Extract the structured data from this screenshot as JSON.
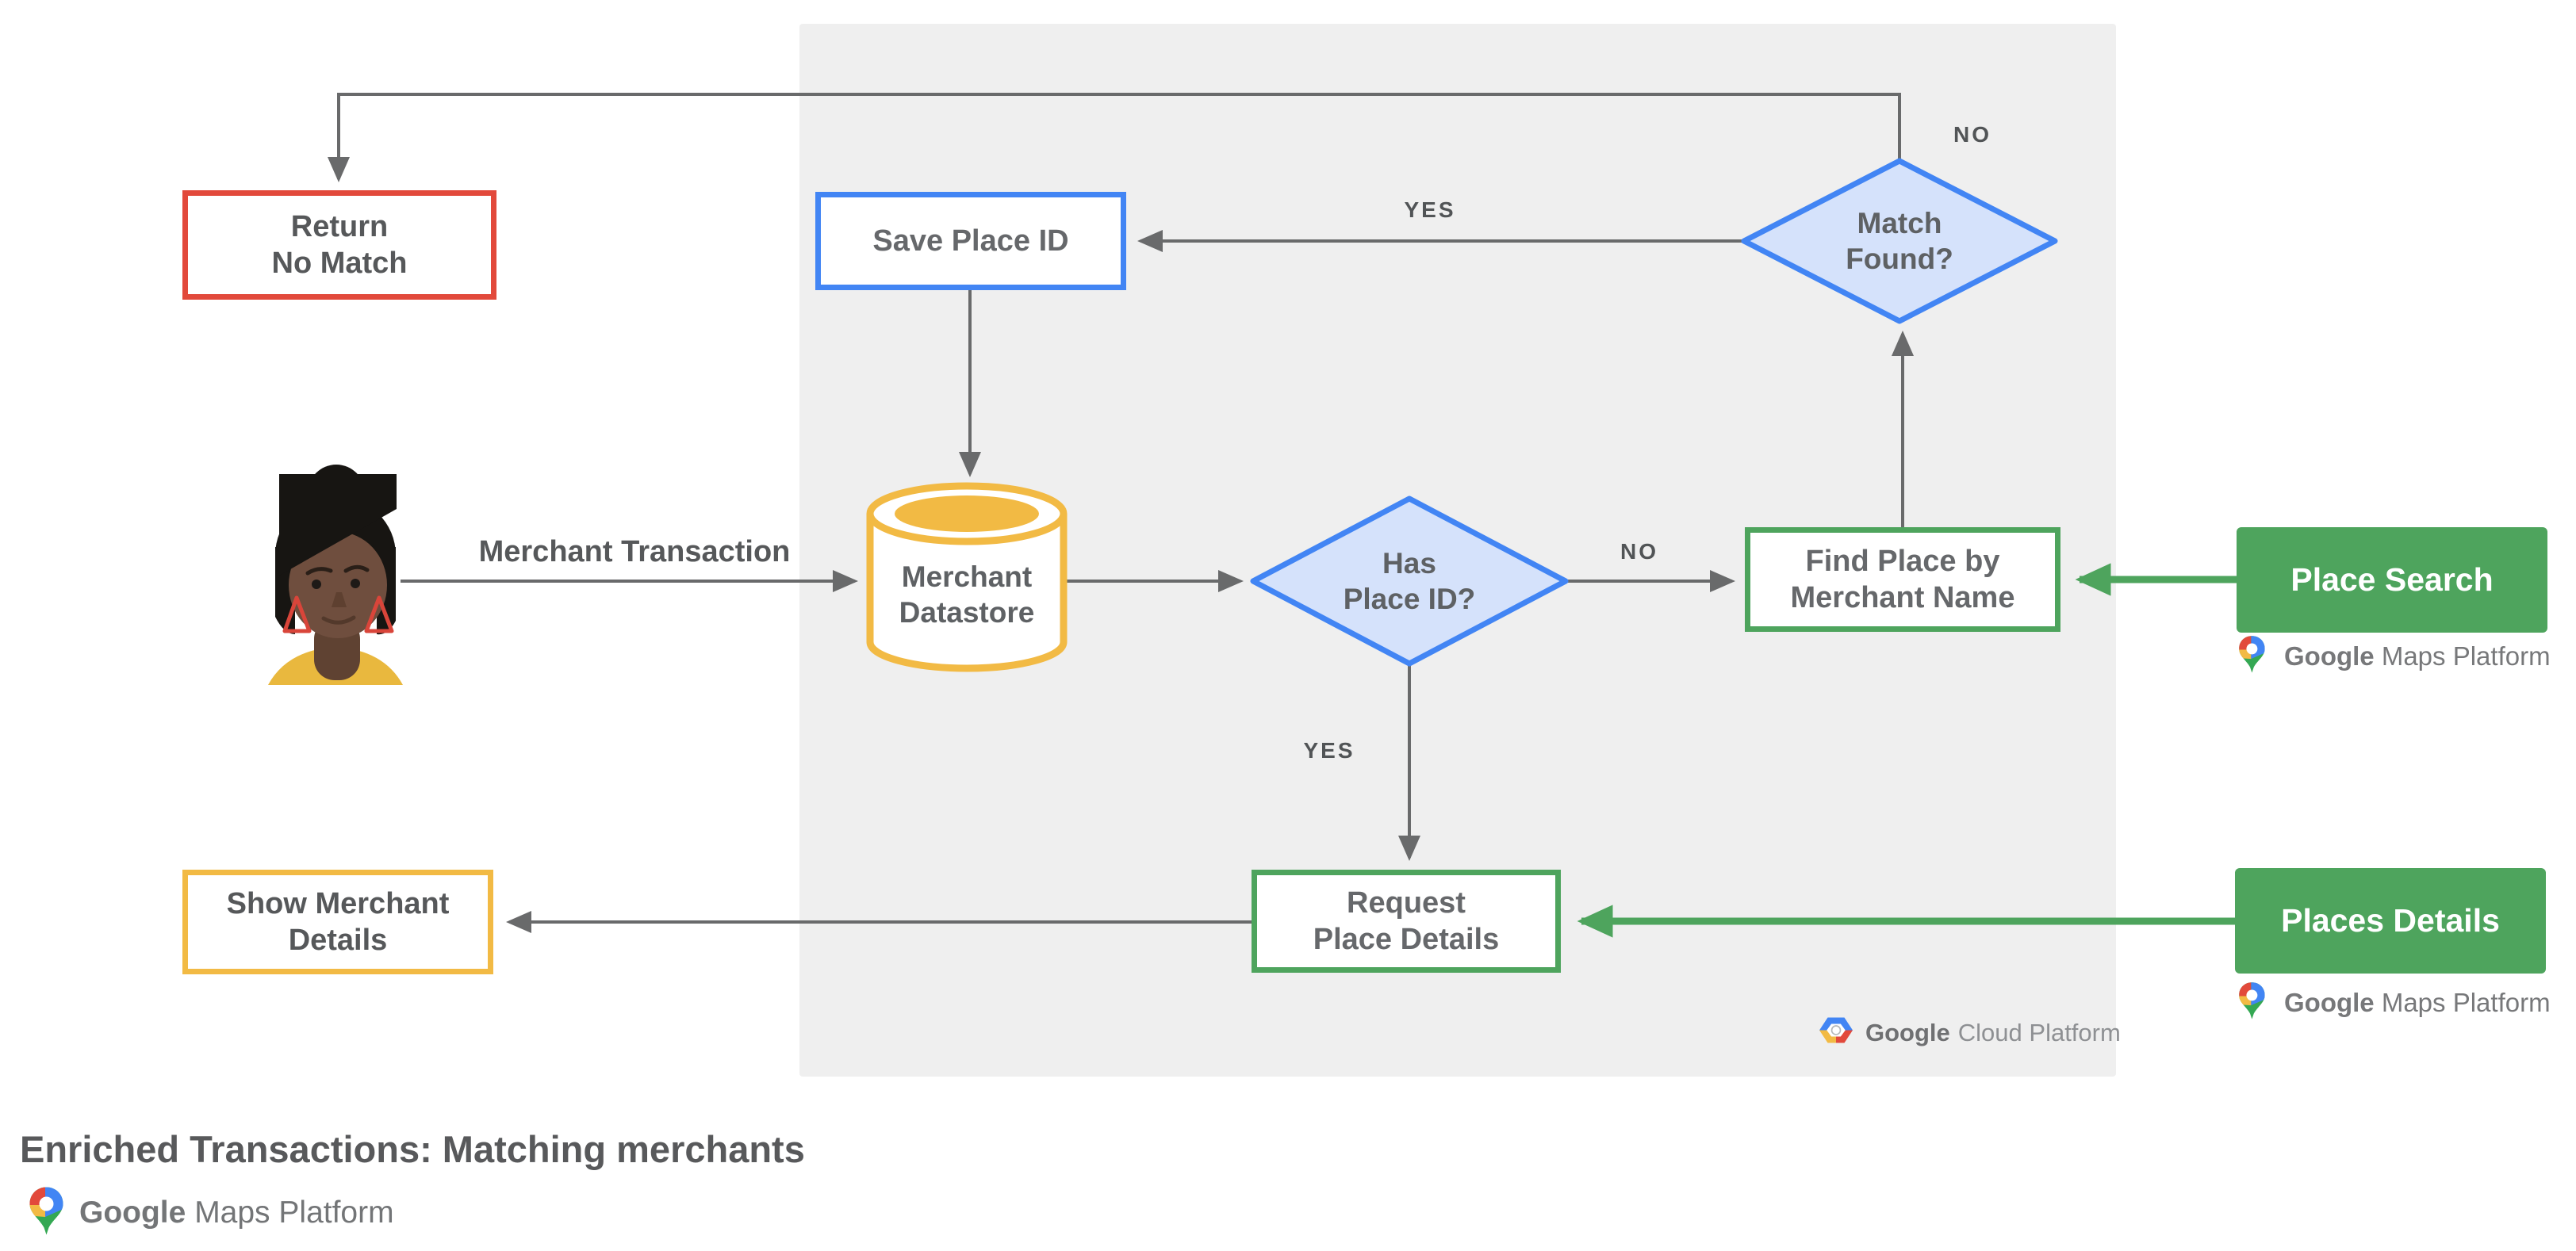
{
  "title": "Enriched Transactions: Matching merchants",
  "actor": {
    "label": "Merchant Transaction"
  },
  "nodes": {
    "return_no_match": {
      "label": "Return\nNo Match"
    },
    "save_place_id": {
      "label": "Save Place ID"
    },
    "match_found": {
      "label": "Match\nFound?"
    },
    "merchant_datastore": {
      "label": "Merchant\nDatastore"
    },
    "has_place_id": {
      "label": "Has\nPlace ID?"
    },
    "find_place_by_merchant_name": {
      "label": "Find Place by\nMerchant Name"
    },
    "request_place_details": {
      "label": "Request\nPlace Details"
    },
    "show_merchant_details": {
      "label": "Show Merchant\nDetails"
    },
    "place_search": {
      "label": "Place Search"
    },
    "places_details": {
      "label": "Places Details"
    }
  },
  "edge_labels": {
    "match_found_no": "NO",
    "match_found_yes": "YES",
    "has_place_id_no": "NO",
    "has_place_id_yes": "YES"
  },
  "brands": {
    "google_cloud_platform": {
      "google": "Google",
      "product": "Cloud Platform"
    },
    "place_search_brand": {
      "google": "Google",
      "product": "Maps Platform"
    },
    "places_details_brand": {
      "google": "Google",
      "product": "Maps Platform"
    },
    "footer_brand": {
      "google": "Google",
      "product": "Maps Platform"
    }
  },
  "colors": {
    "red": "#E2493B",
    "blue": "#4285F4",
    "blue_fill": "#D5E2FB",
    "yellow": "#F2BA44",
    "green": "#4EA45D",
    "arrow_gray": "#696A6B",
    "panel_bg": "#EFEFEF",
    "node_text": "#66686B",
    "title_text": "#58595B"
  }
}
